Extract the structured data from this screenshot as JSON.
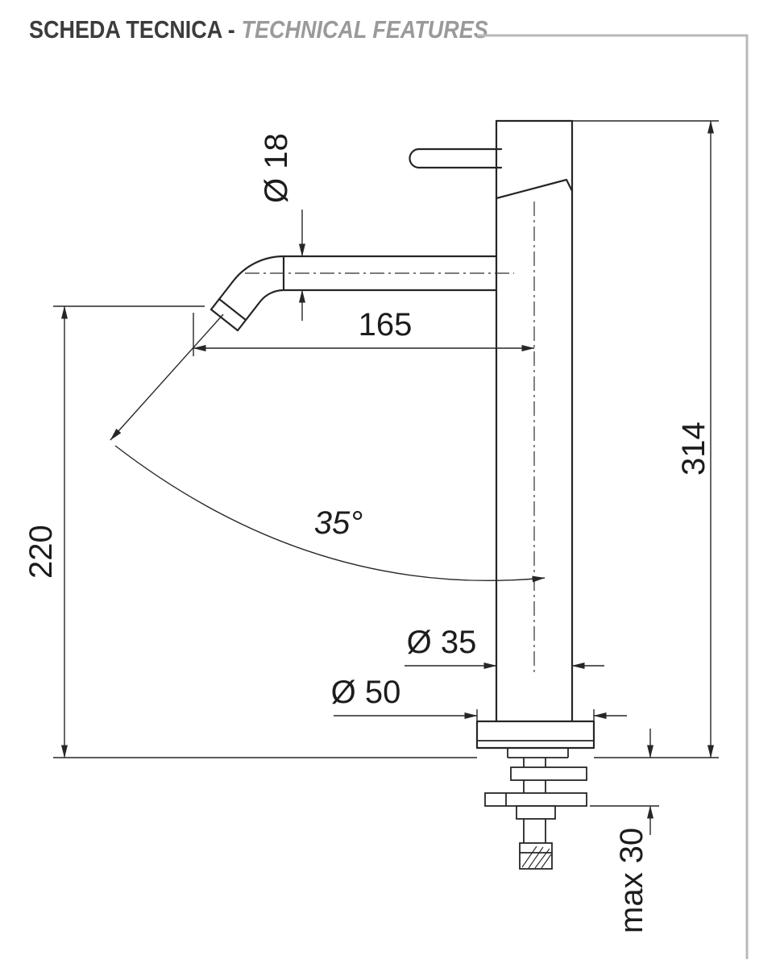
{
  "title": {
    "primary": "SCHEDA TECNICA -",
    "secondary": "TECHNICAL FEATURES"
  },
  "dimensions": {
    "spout_tube_diameter": "Ø 18",
    "spout_reach": "165",
    "overall_height": "314",
    "spout_height": "220",
    "handle_swing_angle": "35°",
    "body_diameter": "Ø 35",
    "base_diameter": "Ø 50",
    "max_counter_thickness": "max 30"
  },
  "colors": {
    "drawing_line": "#262626",
    "frame_line": "#b9b9b9",
    "title_primary": "#3c3c3c",
    "title_secondary": "#9a9a9a"
  }
}
